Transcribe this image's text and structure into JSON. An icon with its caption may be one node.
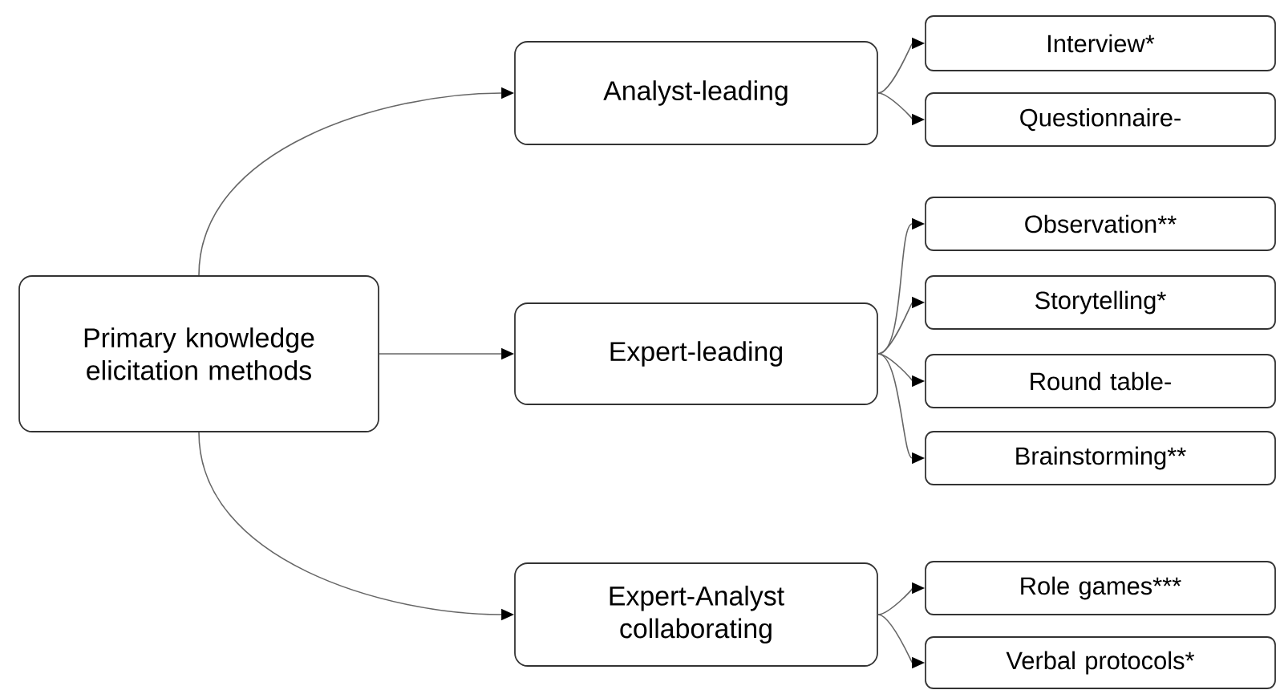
{
  "diagram": {
    "nodes": [
      {
        "text": [
          "Primary knowledge elicitation methods"
        ]
      },
      {
        "text": [
          "Analyst-leading"
        ]
      },
      {
        "text": [
          "Expert-leading"
        ]
      },
      {
        "text": [
          "Expert-Analyst collaborating"
        ]
      },
      {
        "text": [
          "Interview*"
        ]
      },
      {
        "text": [
          "Questionnaire-"
        ]
      },
      {
        "text": [
          "Observation**"
        ]
      },
      {
        "text": [
          "Storytelling*"
        ]
      },
      {
        "text": [
          "Round table-"
        ]
      },
      {
        "text": [
          "Brainstorming**"
        ]
      },
      {
        "text": [
          "Role games***"
        ]
      },
      {
        "text": [
          "Verbal protocols*"
        ]
      }
    ],
    "edges": [
      {
        "from": 0,
        "to": 1,
        "arrow": "to"
      },
      {
        "from": 0,
        "to": 2,
        "arrow": "to"
      },
      {
        "from": 0,
        "to": 3,
        "arrow": "to"
      },
      {
        "from": 1,
        "to": 4,
        "arrow": "to"
      },
      {
        "from": 1,
        "to": 5,
        "arrow": "to"
      },
      {
        "from": 2,
        "to": 6,
        "arrow": "to"
      },
      {
        "from": 2,
        "to": 7,
        "arrow": "to"
      },
      {
        "from": 2,
        "to": 8,
        "arrow": "to"
      },
      {
        "from": 2,
        "to": 9,
        "arrow": "to"
      },
      {
        "from": 3,
        "to": 10,
        "arrow": "to"
      },
      {
        "from": 3,
        "to": 11,
        "arrow": "to"
      }
    ]
  }
}
